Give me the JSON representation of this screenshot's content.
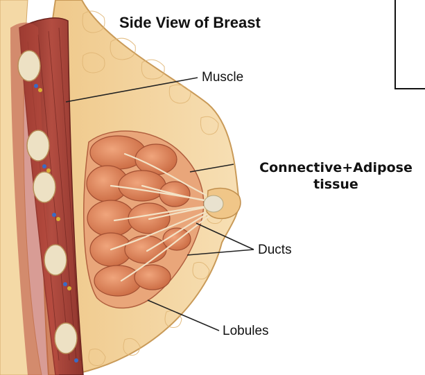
{
  "diagram": {
    "title": "Side View of Breast",
    "labels": {
      "muscle": "Muscle",
      "connective_line1": "Connective+Adipose",
      "connective_line2": "tissue",
      "ducts": "Ducts",
      "lobules": "Lobules"
    },
    "colors": {
      "skin": "#f6dcae",
      "fat": "#f3cf95",
      "muscle": "#a9433a",
      "muscle_dark": "#7e2a24",
      "lobule": "#e08a5f",
      "lobule_dark": "#b75e3d",
      "rib": "#ede1c4",
      "nipple": "#f0c688",
      "leader": "#222222"
    }
  }
}
